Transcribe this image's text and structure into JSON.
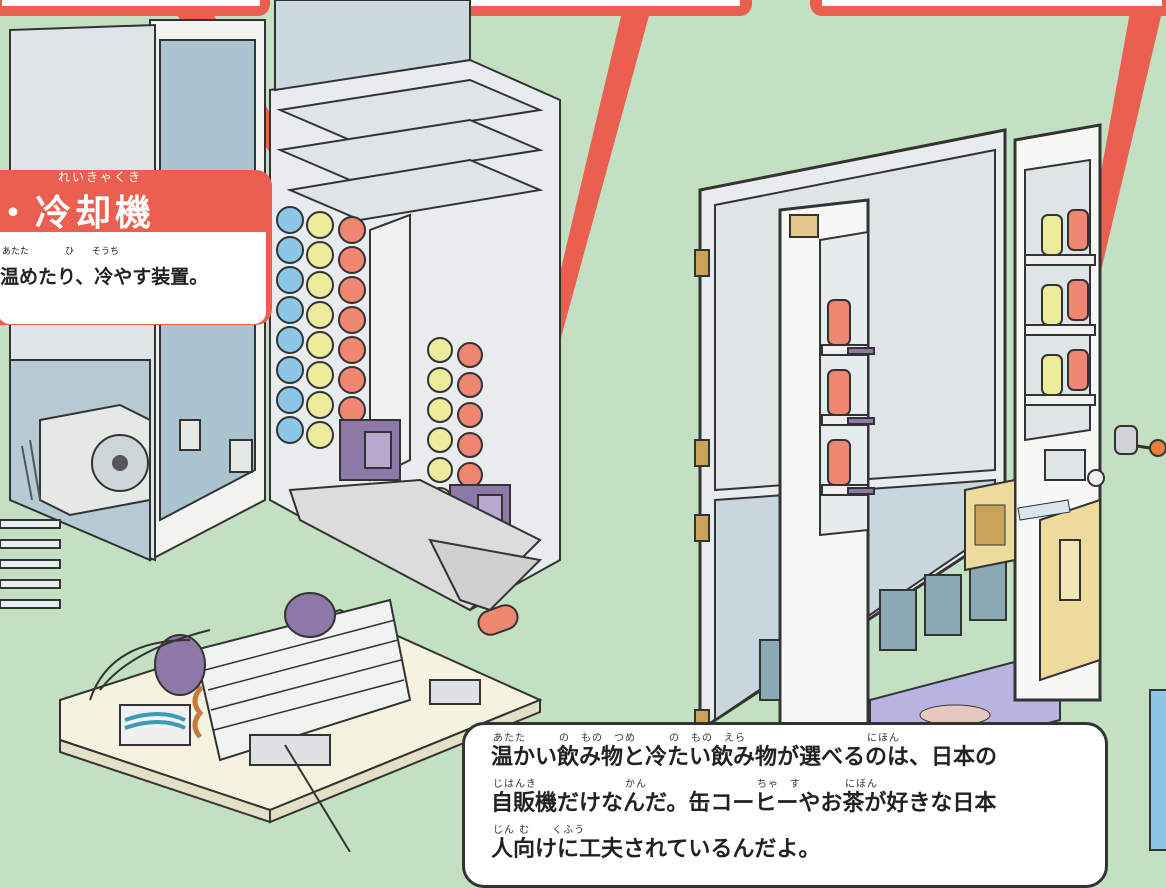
{
  "callout": {
    "title": "・冷却機",
    "title_ruby": "れいきゃくき",
    "description": "温めたり、冷やす装置。",
    "description_ruby": "あたた　　　　ひ　　そうち"
  },
  "speech": {
    "lines": [
      "温かい飲み物と冷たい飲み物が選べるのは、日本の",
      "自販機だけなんだ。缶コーヒーやお茶が好きな日本",
      "人向けに工夫されているんだよ。"
    ],
    "rubies": [
      "あたた　　　の　もの　つめ　　　の　もの　えら　　　　　　　　　　　にほん",
      "じはんき　　　　　　　　かん　　　　　　　　　　ちゃ　す　　　　にほん",
      "じん む　　くふう"
    ]
  },
  "colors": {
    "background": "#c3e0c2",
    "callout_red": "#ea5f50",
    "machine_white": "#f4f4f2",
    "panel_blue": "#a9c3cf",
    "can_red": "#ef8672",
    "can_yellow": "#ecec9c",
    "can_blue": "#8cc8e6",
    "purple_frame": "#8d78a8",
    "base_cream": "#f5f2e0"
  }
}
